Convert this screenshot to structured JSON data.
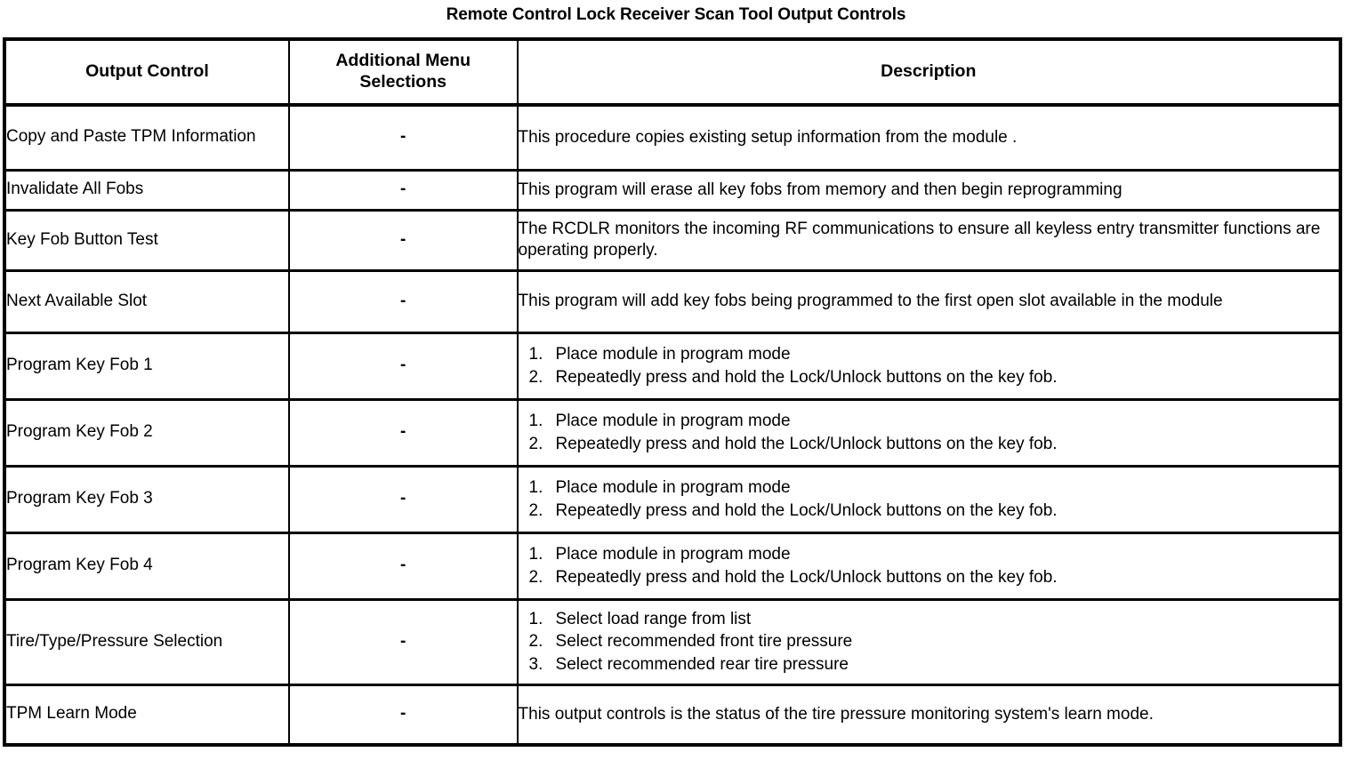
{
  "document": {
    "title": "Remote Control Lock Receiver Scan Tool Output Controls"
  },
  "table": {
    "headers": {
      "col1": "Output Control",
      "col2": "Additional Menu Selections",
      "col2_line1": "Additional Menu",
      "col2_line2": "Selections",
      "col3": "Description"
    },
    "empty_marker": "-",
    "rows": [
      {
        "control": "Copy and Paste TPM Information",
        "menu": "-",
        "description_type": "paragraph",
        "description": "This procedure copies existing setup information from the module ."
      },
      {
        "control": "Invalidate All Fobs",
        "menu": "-",
        "description_type": "paragraph",
        "description": "This program will erase all key fobs from memory and then begin reprogramming"
      },
      {
        "control": "Key Fob Button Test",
        "menu": "-",
        "description_type": "paragraph",
        "description": "The RCDLR monitors the incoming RF communications to ensure all keyless entry transmitter functions are operating properly."
      },
      {
        "control": "Next Available Slot",
        "menu": "-",
        "description_type": "paragraph",
        "description": "This program will add key fobs being programmed to the first open slot available in the module"
      },
      {
        "control": "Program Key Fob 1",
        "menu": "-",
        "description_type": "list",
        "steps": [
          "Place module in program mode",
          "Repeatedly press and hold the Lock/Unlock buttons on the key fob."
        ]
      },
      {
        "control": "Program Key Fob 2",
        "menu": "-",
        "description_type": "list",
        "steps": [
          "Place module in program mode",
          "Repeatedly press and hold the Lock/Unlock buttons on the key fob."
        ]
      },
      {
        "control": "Program Key Fob 3",
        "menu": "-",
        "description_type": "list",
        "steps": [
          "Place module in program mode",
          "Repeatedly press and hold the Lock/Unlock buttons on the key fob."
        ]
      },
      {
        "control": "Program Key Fob 4",
        "menu": "-",
        "description_type": "list",
        "steps": [
          "Place module in program mode",
          "Repeatedly press and hold the Lock/Unlock buttons on the key fob."
        ]
      },
      {
        "control": "Tire/Type/Pressure Selection",
        "menu": "-",
        "description_type": "list",
        "steps": [
          "Select load range from list",
          "Select recommended front tire pressure",
          "Select recommended rear tire pressure"
        ]
      },
      {
        "control": "TPM Learn Mode",
        "menu": "-",
        "description_type": "paragraph",
        "description": "This output controls is the status of the tire pressure monitoring system's learn mode."
      }
    ]
  },
  "style": {
    "text_color": "#000000",
    "background_color": "#ffffff",
    "border_color": "#000000"
  }
}
